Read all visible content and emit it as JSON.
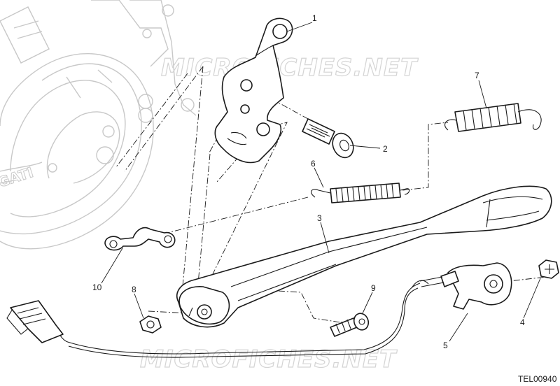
{
  "watermark": "MICROFICHES.NET",
  "drawing_code": "TEL00940",
  "callouts": [
    "1",
    "2",
    "3",
    "4",
    "5",
    "6",
    "7",
    "8",
    "9",
    "10"
  ]
}
